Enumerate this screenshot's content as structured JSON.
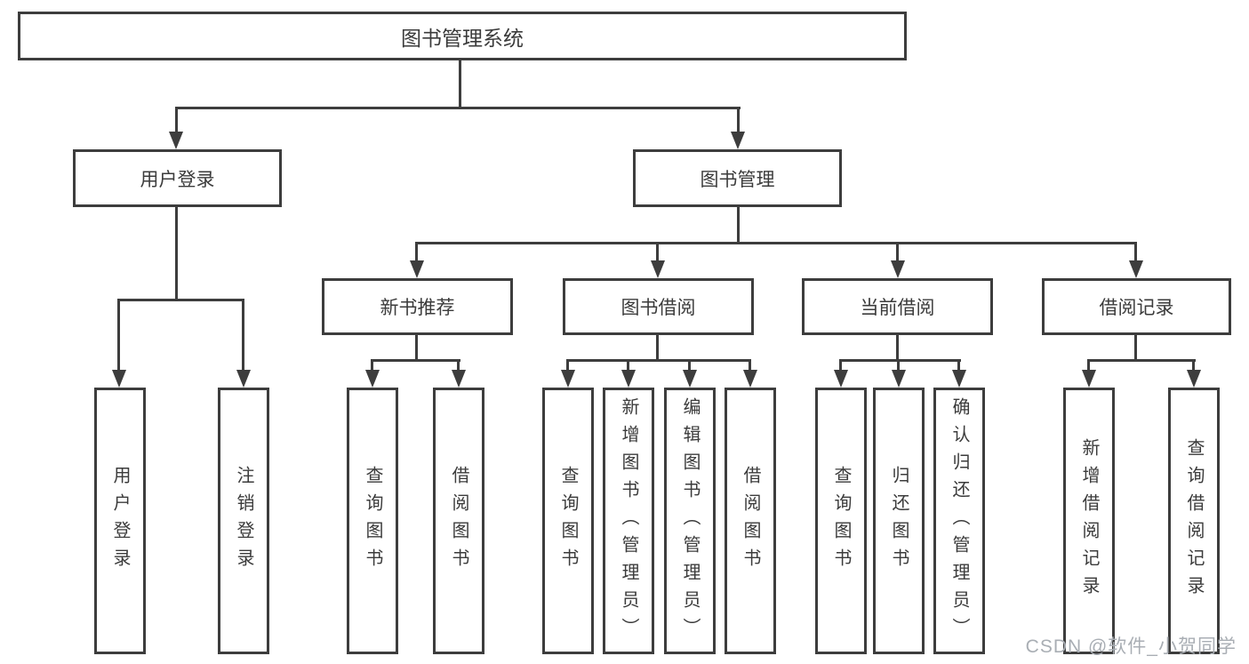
{
  "tree": {
    "label": "图书管理系统",
    "children": [
      {
        "label": "用户登录",
        "children": [
          {
            "label": "用户登录"
          },
          {
            "label": "注销登录"
          }
        ]
      },
      {
        "label": "图书管理",
        "children": [
          {
            "label": "新书推荐",
            "children": [
              {
                "label": "查询图书"
              },
              {
                "label": "借阅图书"
              }
            ]
          },
          {
            "label": "图书借阅",
            "children": [
              {
                "label": "查询图书"
              },
              {
                "label": "新增图书（管理员）"
              },
              {
                "label": "编辑图书（管理员）"
              },
              {
                "label": "借阅图书"
              }
            ]
          },
          {
            "label": "当前借阅",
            "children": [
              {
                "label": "查询图书"
              },
              {
                "label": "归还图书"
              },
              {
                "label": "确认归还（管理员）"
              }
            ]
          },
          {
            "label": "借阅记录",
            "children": [
              {
                "label": "新增借阅记录"
              },
              {
                "label": "查询借阅记录"
              }
            ]
          }
        ]
      }
    ]
  },
  "watermark": {
    "text": "CSDN @软件_小贺同学"
  },
  "colors": {
    "line": "#3d3d3d",
    "text": "#3b3b3b",
    "watermark": "#a9aeb4",
    "background": "#ffffff"
  }
}
